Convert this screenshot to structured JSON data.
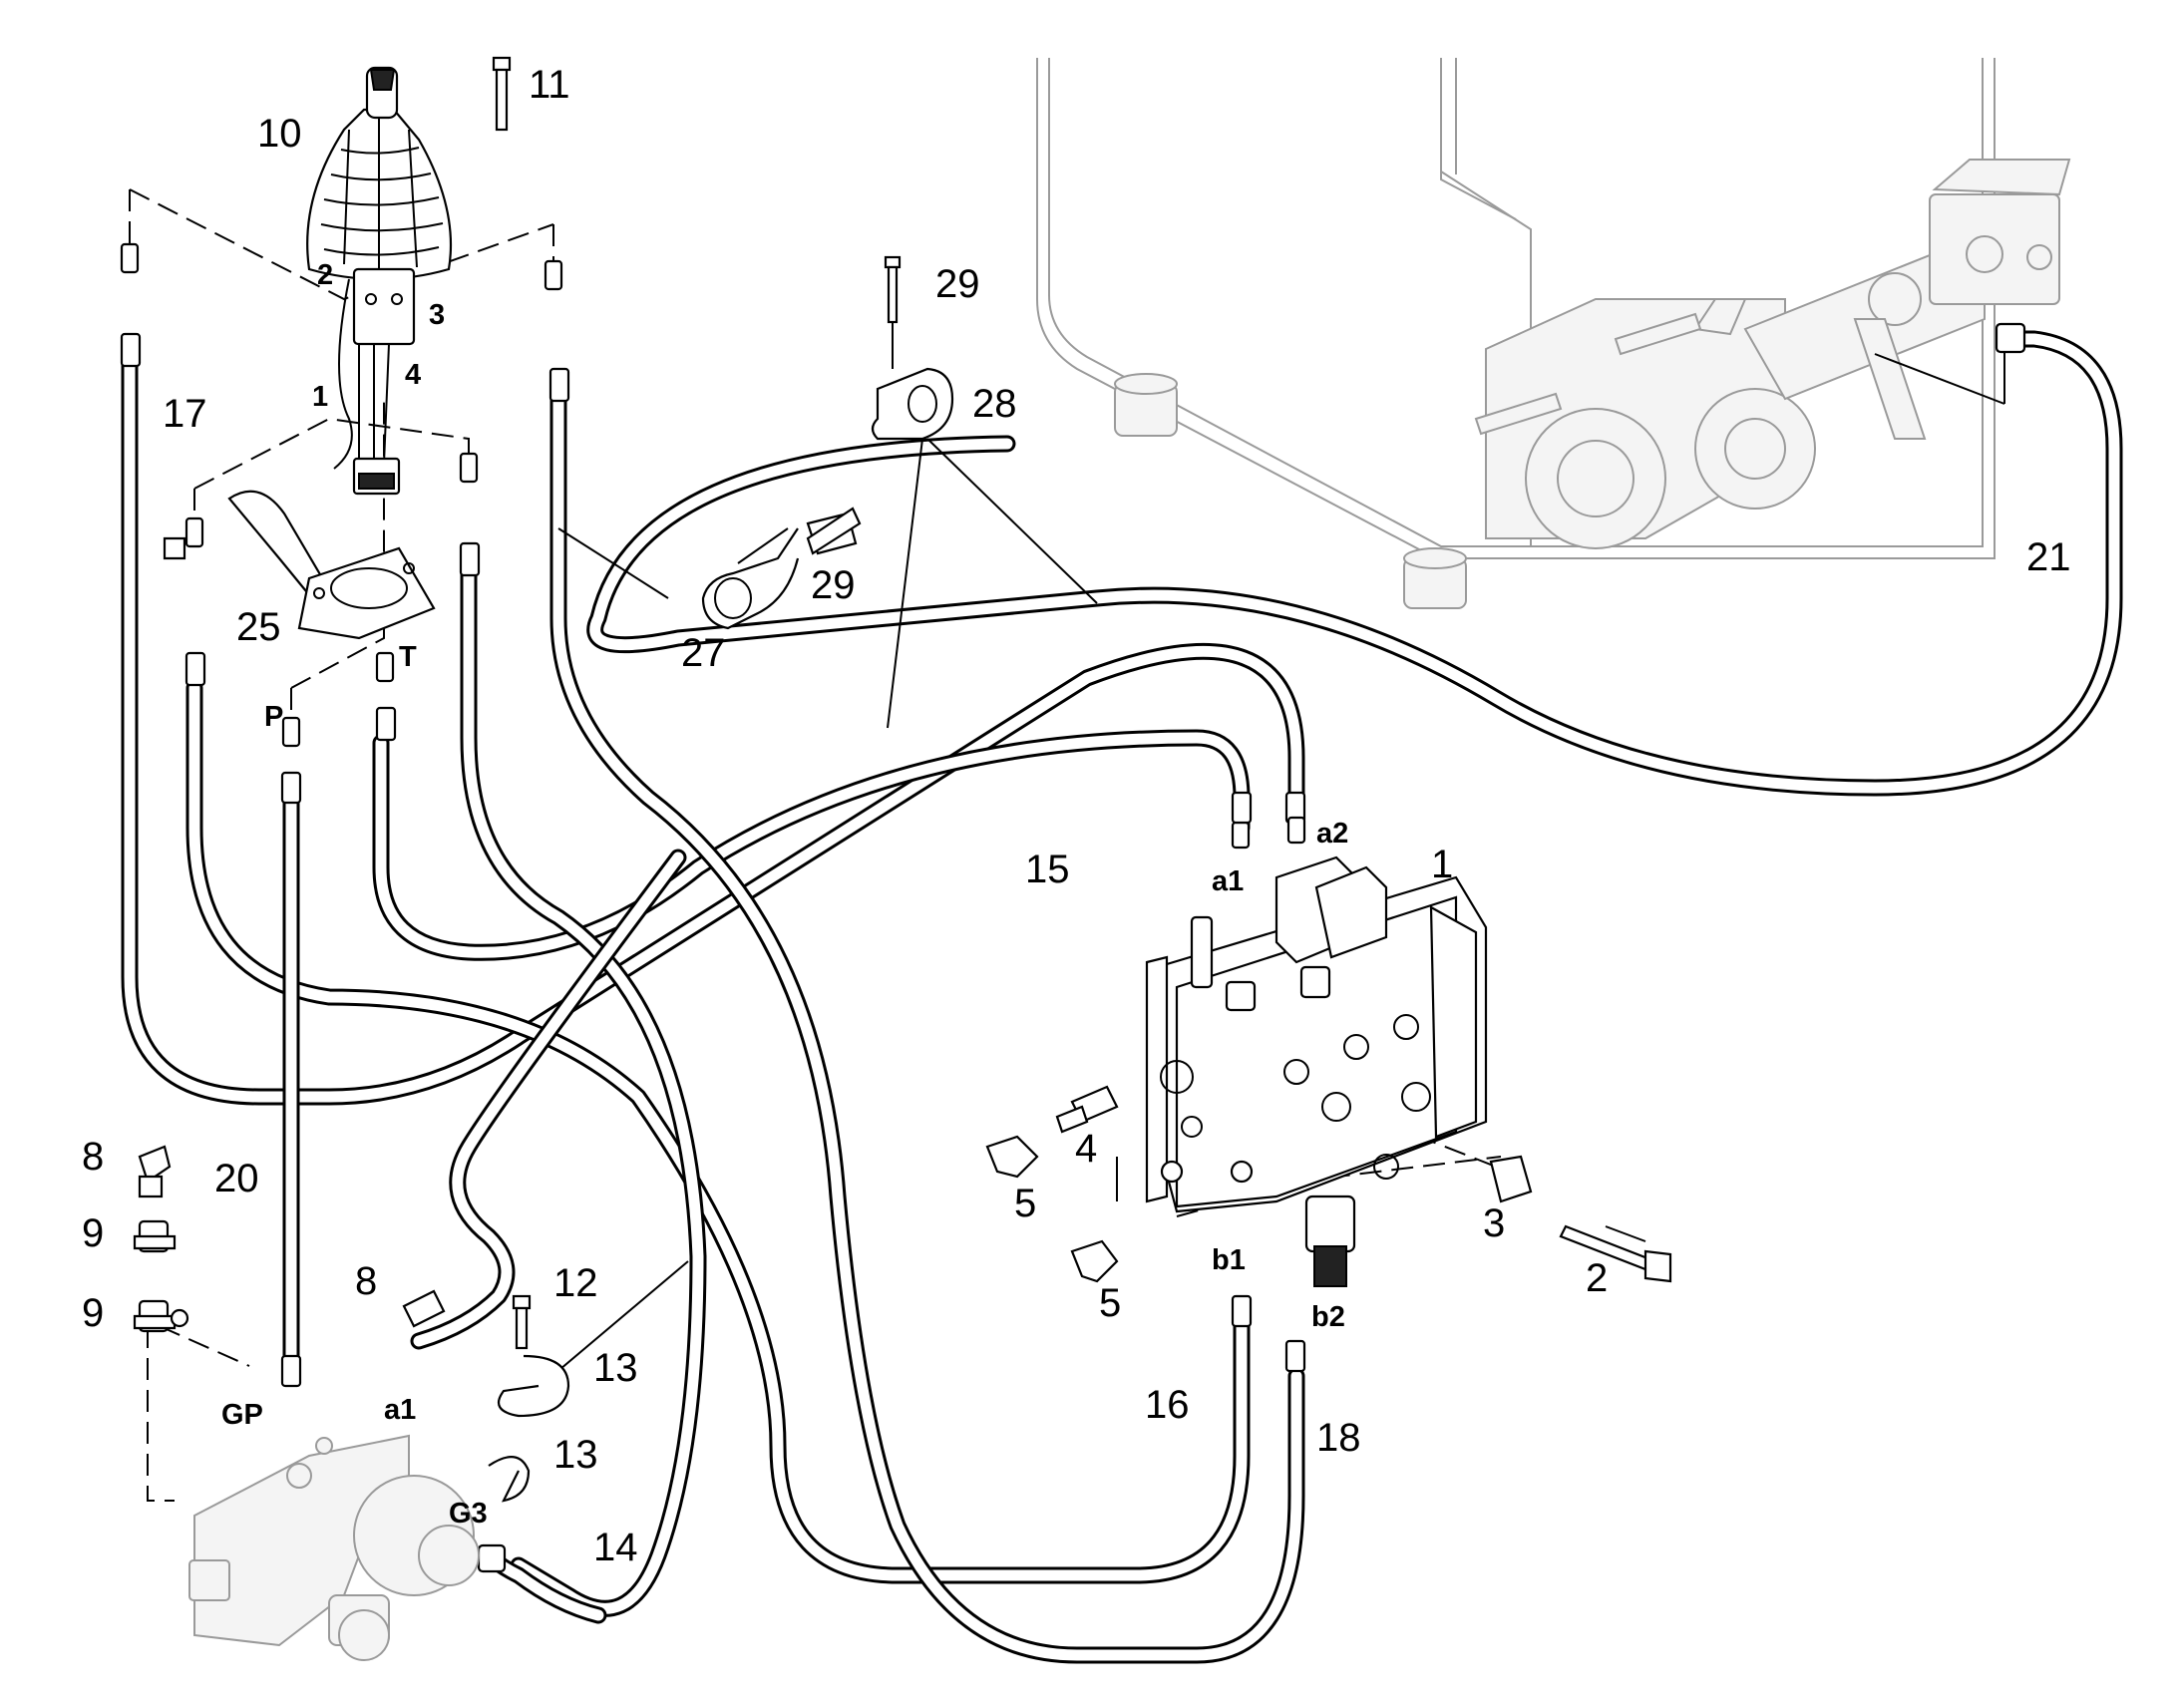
{
  "labels": {
    "n1": "1",
    "n2": "2",
    "n3": "3",
    "n4": "4",
    "n5a": "5",
    "n5b": "5",
    "n8a": "8",
    "n8b": "8",
    "n9a": "9",
    "n9b": "9",
    "n10": "10",
    "n11": "11",
    "n12": "12",
    "n13a": "13",
    "n13b": "13",
    "n14": "14",
    "n15": "15",
    "n16": "16",
    "n17": "17",
    "n18": "18",
    "n20": "20",
    "n21": "21",
    "n25": "25",
    "n27": "27",
    "n28": "28",
    "n29a": "29",
    "n29b": "29"
  },
  "ports": {
    "joy2": "2",
    "joy3": "3",
    "joy1": "1",
    "joy4": "4",
    "P": "P",
    "T": "T",
    "a1_valve": "a1",
    "a2_valve": "a2",
    "b1_valve": "b1",
    "b2_valve": "b2",
    "a1_pump": "a1",
    "GP": "GP",
    "G3": "G3"
  }
}
